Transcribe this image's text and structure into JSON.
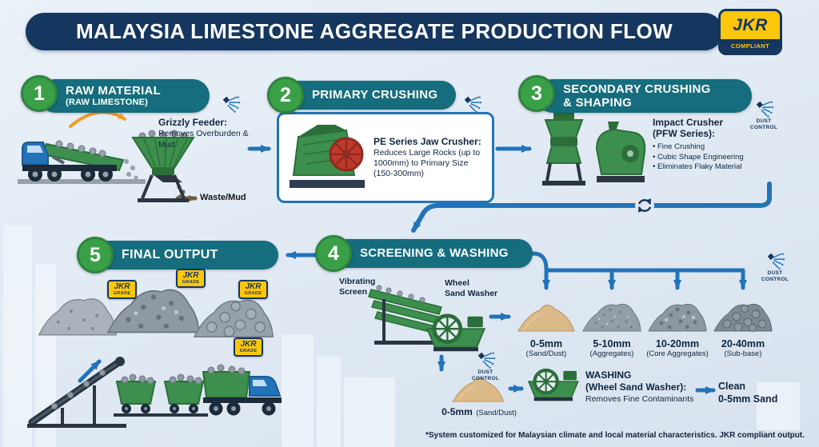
{
  "header": {
    "title": "MALAYSIA LIMESTONE AGGREGATE PRODUCTION FLOW",
    "badge_line1": "JKR",
    "badge_line2": "COMPLIANT"
  },
  "colors": {
    "navy": "#15365e",
    "teal": "#156d7d",
    "step_green": "#3aa047",
    "arrow_blue": "#2273b9",
    "badge_yellow": "#ffc70a"
  },
  "common": {
    "dust_line1": "DUST",
    "dust_line2": "CONTROL"
  },
  "steps": [
    {
      "number": "1",
      "title_line1": "RAW MATERIAL",
      "title_line2": "(RAW LIMESTONE)",
      "caption_title": "Grizzly Feeder:",
      "caption_body": "Removes Overburden & Mud",
      "waste_label": "Waste/Mud"
    },
    {
      "number": "2",
      "title_line1": "PRIMARY CRUSHING",
      "caption_title": "PE Series Jaw Crusher:",
      "caption_body": "Reduces Large Rocks (up to 1000mm) to Primary Size (150-300mm)"
    },
    {
      "number": "3",
      "title_line1": "SECONDARY CRUSHING",
      "title_line2": "& SHAPING",
      "caption_title_line1": "Impact Crusher",
      "caption_title_line2": "(PFW Series):",
      "bullets": [
        "Fine Crushing",
        "Cubic Shape Engineering",
        "Eliminates Flaky Material"
      ]
    },
    {
      "number": "4",
      "title_line1": "SCREENING & WASHING",
      "machine1_line1": "Vibrating",
      "machine1_line2": "Screen",
      "machine2_line1": "Wheel",
      "machine2_line2": "Sand Washer",
      "outputs": [
        {
          "size": "0-5mm",
          "name": "(Sand/Dust)"
        },
        {
          "size": "5-10mm",
          "name": "(Aggregates)"
        },
        {
          "size": "10-20mm",
          "name": "(Core Aggregates)"
        },
        {
          "size": "20-40mm",
          "name": "(Sub-base)"
        }
      ],
      "washing": {
        "input_size": "0-5mm",
        "input_name": "(Sand/Dust)",
        "title_line1": "WASHING",
        "title_line2": "(Wheel Sand Washer):",
        "body": "Removes Fine Contaminants",
        "output_line1": "Clean",
        "output_line2": "0-5mm Sand"
      }
    },
    {
      "number": "5",
      "title_line1": "FINAL OUTPUT",
      "grade_line1": "JKR",
      "grade_line2": "GRADE"
    }
  ],
  "footer": "*System customized for Malaysian climate and local material characteristics. JKR compliant output."
}
